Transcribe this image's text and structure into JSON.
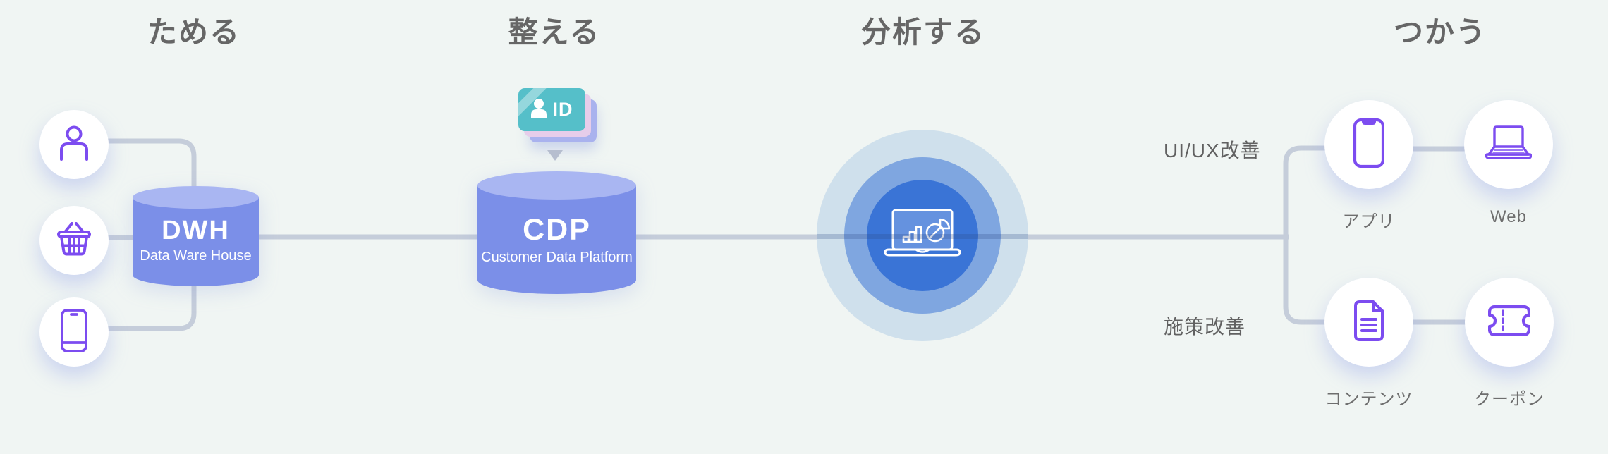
{
  "headers": [
    {
      "id": "collect",
      "label": "ためる"
    },
    {
      "id": "organize",
      "label": "整える"
    },
    {
      "id": "analyze",
      "label": "分析する"
    },
    {
      "id": "use",
      "label": "つかう"
    }
  ],
  "sources": {
    "icons": [
      "user-icon",
      "shopping-basket-icon",
      "smartphone-icon"
    ]
  },
  "dwh": {
    "title": "DWH",
    "subtitle": "Data Ware House"
  },
  "cdp": {
    "title": "CDP",
    "subtitle": "Customer Data Platform",
    "badge": "ID",
    "badge_icon": "id-card-icon"
  },
  "analysis": {
    "icon": "laptop-analytics-icon"
  },
  "outputs": {
    "group_labels": [
      {
        "id": "uiux",
        "label": "UI/UX改善"
      },
      {
        "id": "policy",
        "label": "施策改善"
      }
    ],
    "items": [
      {
        "id": "app",
        "label": "アプリ",
        "icon": "smartphone-icon"
      },
      {
        "id": "web",
        "label": "Web",
        "icon": "laptop-icon"
      },
      {
        "id": "contents",
        "label": "コンテンツ",
        "icon": "document-icon"
      },
      {
        "id": "coupon",
        "label": "クーポン",
        "icon": "ticket-icon"
      }
    ]
  },
  "colors": {
    "background": "#f0f5f3",
    "heading_text": "#666666",
    "label_text": "#6e6e6e",
    "accent_purple": "#7c4cf0",
    "cylinder_body": "#7b8fe8",
    "cylinder_top": "#a9b6f2",
    "connector_gray": "#c5cdda",
    "id_card_teal": "#55bfc9",
    "id_card_lavender": "#e6cdea",
    "id_card_periwinkle": "#a9b2ee",
    "analysis_outer": "#cfe0ec",
    "analysis_middle": "#7fa6e0",
    "analysis_inner": "#3a74d6"
  }
}
